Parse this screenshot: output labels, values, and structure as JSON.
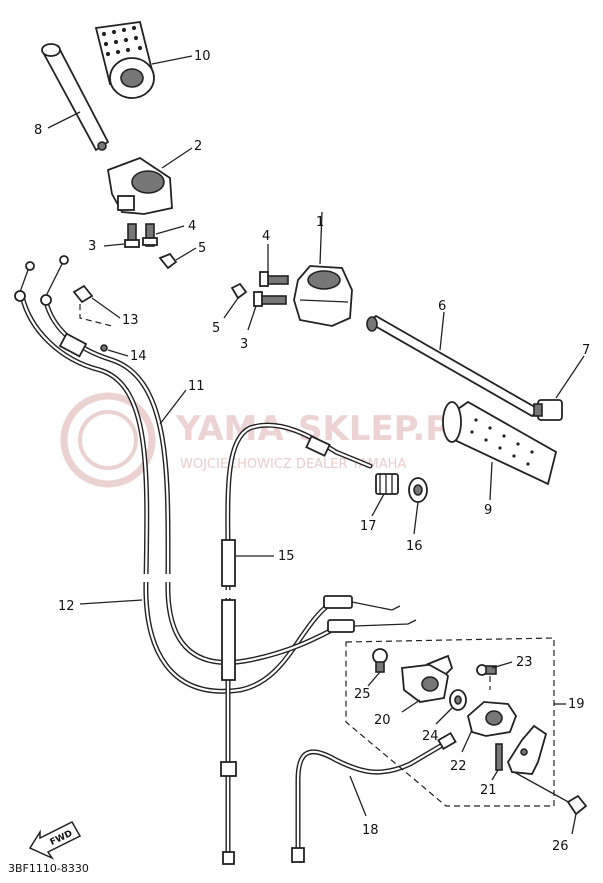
{
  "drawing_code": "3BF1110-8330",
  "watermark": {
    "main": "YAMA-SKLEP.PL",
    "sub": "WOJCIECHOWICZ DEALER YAMAHA"
  },
  "fwd_label": "FWD",
  "callouts": {
    "c1": "1",
    "c2": "2",
    "c3a": "3",
    "c3b": "3",
    "c4a": "4",
    "c4b": "4",
    "c5a": "5",
    "c5b": "5",
    "c6": "6",
    "c7": "7",
    "c8": "8",
    "c9": "9",
    "c10": "10",
    "c11": "11",
    "c12": "12",
    "c13": "13",
    "c14": "14",
    "c15": "15",
    "c16": "16",
    "c17": "17",
    "c18": "18",
    "c19": "19",
    "c20": "20",
    "c21": "21",
    "c22": "22",
    "c23": "23",
    "c24": "24",
    "c25": "25",
    "c26": "26"
  },
  "colors": {
    "line": "#222222",
    "watermark": "#e7c5c5"
  }
}
